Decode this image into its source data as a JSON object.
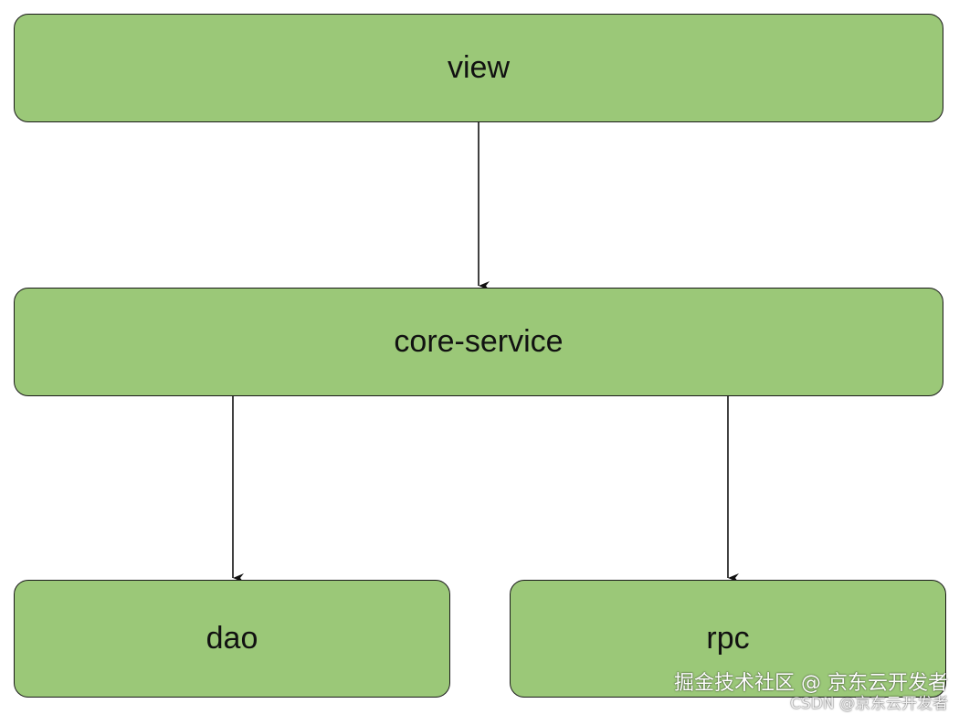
{
  "colors": {
    "node_fill": "#9bc878",
    "node_border": "#1a1a1a",
    "edge": "#111111",
    "background": "#ffffff"
  },
  "nodes": {
    "view": {
      "label": "view"
    },
    "core_service": {
      "label": "core-service"
    },
    "dao": {
      "label": "dao"
    },
    "rpc": {
      "label": "rpc"
    }
  },
  "edges": [
    {
      "from": "view",
      "to": "core-service"
    },
    {
      "from": "core-service",
      "to": "dao"
    },
    {
      "from": "core-service",
      "to": "rpc"
    }
  ],
  "watermark": {
    "line1": "掘金技术社区 @ 京东云开发者",
    "line2": "CSDN @京东云开发者"
  }
}
